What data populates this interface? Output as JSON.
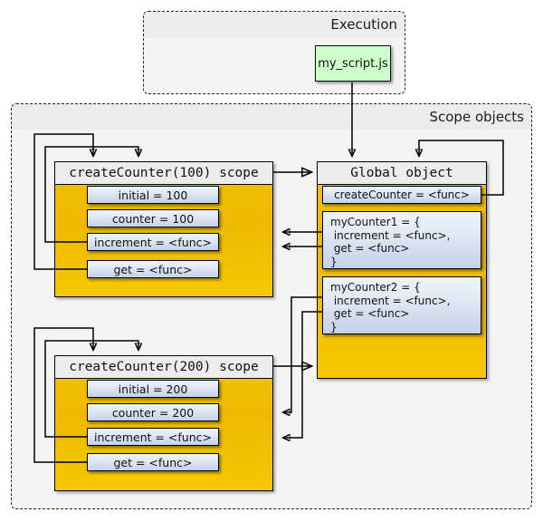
{
  "diagram": {
    "type": "closure-scope-diagram",
    "groups": [
      {
        "id": "execution",
        "title": "Execution"
      },
      {
        "id": "scope-objects",
        "title": "Scope objects"
      }
    ],
    "script_node": {
      "label": "my_script.js",
      "color": "#ccffcc"
    },
    "colors": {
      "scope_fill": "#efbf00",
      "var_fill": "#d5e0f0",
      "header_fill": "#ececec",
      "group_fill": "#f4f4f4",
      "script_fill": "#ccffcc",
      "stroke": "#000000"
    },
    "scopes": [
      {
        "id": "scope-100",
        "title": "createCounter(100) scope",
        "vars": [
          {
            "name": "initial-100",
            "text": "initial = 100"
          },
          {
            "name": "counter-100",
            "text": "counter = 100"
          },
          {
            "name": "increment-100",
            "text": "increment = <func>"
          },
          {
            "name": "get-100",
            "text": "get = <func>"
          }
        ]
      },
      {
        "id": "scope-200",
        "title": "createCounter(200) scope",
        "vars": [
          {
            "name": "initial-200",
            "text": "initial = 200"
          },
          {
            "name": "counter-200",
            "text": "counter = 200"
          },
          {
            "name": "increment-200",
            "text": "increment = <func>"
          },
          {
            "name": "get-200",
            "text": "get = <func>"
          }
        ]
      }
    ],
    "global_object": {
      "title": "Global object",
      "vars": [
        {
          "name": "createCounter",
          "text": "createCounter = <func>"
        },
        {
          "name": "myCounter1",
          "text": "myCounter1 = {\n increment = <func>,\n get = <func>\n}"
        },
        {
          "name": "myCounter2",
          "text": "myCounter2 = {\n increment = <func>,\n get = <func>\n}"
        }
      ]
    }
  }
}
